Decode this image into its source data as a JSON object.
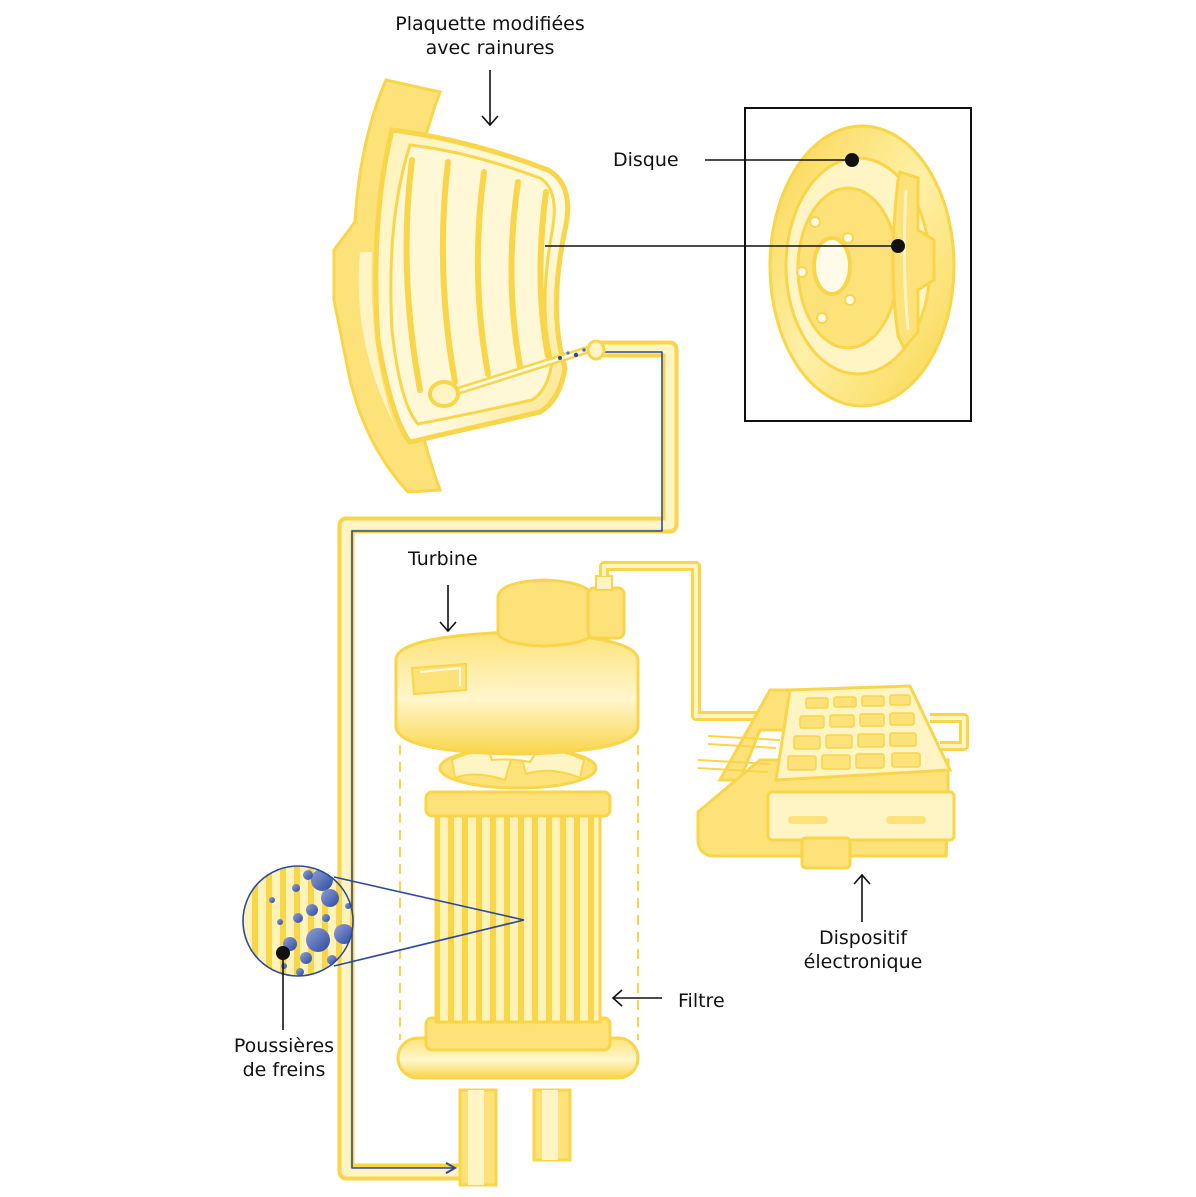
{
  "labels": {
    "pads_line1": "Plaquette modifiées",
    "pads_line2": "avec rainures",
    "disc": "Disque",
    "turbine": "Turbine",
    "device_line1": "Dispositif",
    "device_line2": "électronique",
    "filter": "Filtre",
    "dust_line1": "Poussières",
    "dust_line2": "de freins"
  },
  "colors": {
    "yellow": "#f9d54a",
    "yellow_light": "#fff5c4",
    "cream": "#fffbe8",
    "blue": "#2d4a9e",
    "ink": "#111111"
  }
}
